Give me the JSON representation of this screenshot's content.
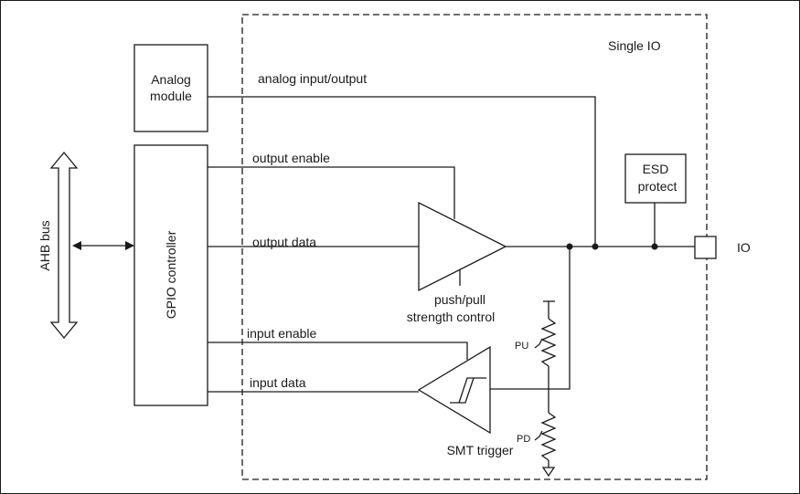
{
  "diagram": {
    "region_title": "Single IO",
    "analog_module": {
      "line1": "Analog",
      "line2": "module"
    },
    "gpio_controller": "GPIO controller",
    "ahb_bus": "AHB bus",
    "esd": {
      "line1": "ESD",
      "line2": "protect"
    },
    "pin_label": "IO",
    "signals": {
      "analog_io": "analog input/output",
      "output_enable": "output enable",
      "output_data": "output data",
      "input_enable": "input enable",
      "input_data": "input data"
    },
    "output_buffer_caption": {
      "line1": "push/pull",
      "line2": "strength control"
    },
    "schmitt_caption": "SMT trigger",
    "pull_up": "PU",
    "pull_down": "PD"
  }
}
